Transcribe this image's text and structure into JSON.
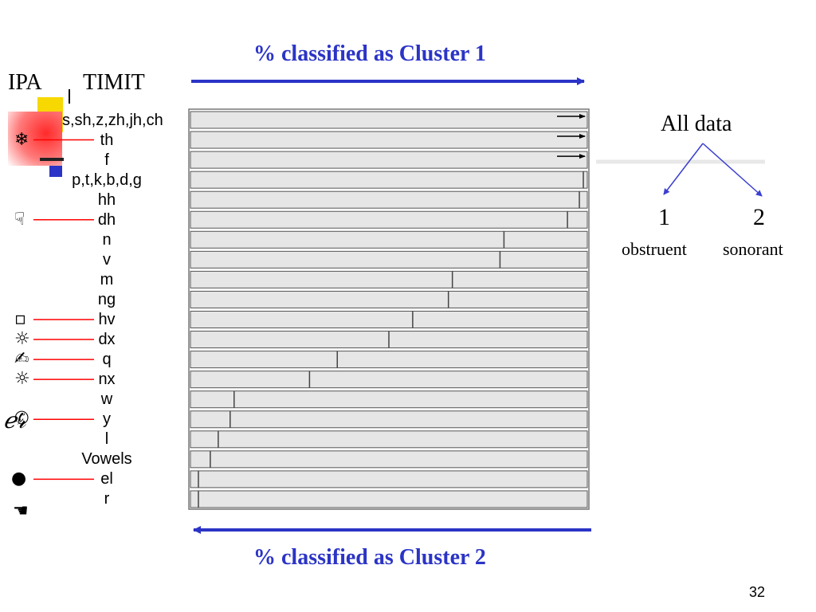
{
  "headers": {
    "ipa": "IPA",
    "timit": "TIMIT"
  },
  "chart_data": {
    "type": "bar",
    "orientation": "horizontal",
    "stacked": true,
    "title_top": "% classified as Cluster 1",
    "title_bottom": "% classified as Cluster 2",
    "categories": [
      "s,sh,z,zh,jh,ch",
      "th",
      "f",
      "p,t,k,b,d,g",
      "hh",
      "dh",
      "n",
      "v",
      "m",
      "ng",
      "hv",
      "dx",
      "q",
      "nx",
      "w",
      "y",
      "l",
      "Vowels",
      "el",
      "r"
    ],
    "series": [
      {
        "values": [
          100,
          100,
          100,
          99,
          98,
          95,
          79,
          78,
          66,
          65,
          56,
          50,
          37,
          30,
          11,
          10,
          7,
          5,
          2,
          2
        ]
      },
      {
        "values": [
          0,
          0,
          0,
          1,
          2,
          5,
          21,
          22,
          34,
          35,
          44,
          50,
          63,
          70,
          89,
          90,
          93,
          95,
          98,
          98
        ]
      }
    ],
    "overflow_arrows": [
      true,
      true,
      true,
      false,
      false,
      false,
      false,
      false,
      false,
      false,
      false,
      false,
      false,
      false,
      false,
      false,
      false,
      false,
      false,
      false
    ],
    "xlim": [
      0,
      100
    ]
  },
  "markers": [
    {
      "row": 1,
      "icon": "snowflake-icon",
      "glyph": "❄"
    },
    {
      "row": 5,
      "icon": "thumbs-down-icon",
      "glyph": "☟"
    },
    {
      "row": 10,
      "icon": "square-icon",
      "glyph": "▫"
    },
    {
      "row": 11,
      "icon": "sun-icon",
      "glyph": "☼"
    },
    {
      "row": 12,
      "icon": "writing-hand-icon",
      "glyph": "✍"
    },
    {
      "row": 13,
      "icon": "sun-icon",
      "glyph": "☼"
    },
    {
      "row": 15,
      "icon": "telephone-icon",
      "glyph": "✆"
    },
    {
      "row": 18,
      "icon": "filled-circle-icon",
      "glyph": "●"
    },
    {
      "row": 19,
      "icon": "pointing-hand-icon",
      "glyph": "☚"
    }
  ],
  "extra_marker": {
    "icon": "cursive-er-icon",
    "glyph": "ℯ𝓇"
  },
  "tree": {
    "root": "All data",
    "left_num": "1",
    "right_num": "2",
    "left_label": "obstruent",
    "right_label": "sonorant"
  },
  "colors": {
    "title": "#2b34c6",
    "arrow": "#2b34c6",
    "bar": "#e6e6e6",
    "bar_border": "#555555",
    "marker_line": "#ff0000",
    "tree_line": "#3b3fcf"
  },
  "page_number": "32"
}
